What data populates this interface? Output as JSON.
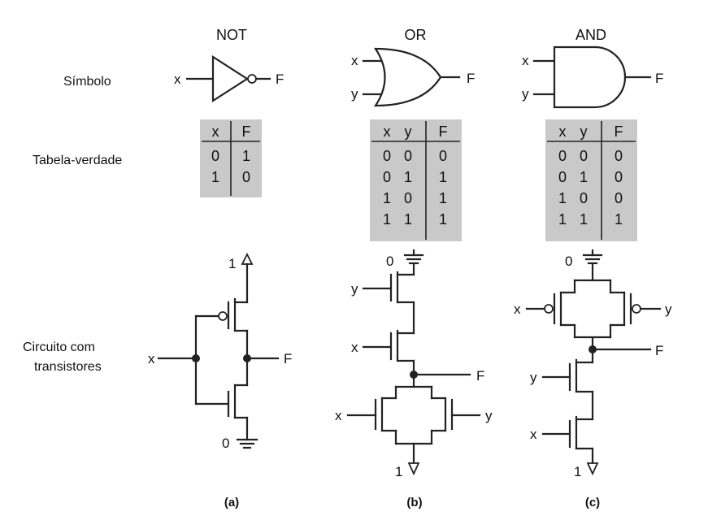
{
  "headers": {
    "not": "NOT",
    "or": "OR",
    "and": "AND"
  },
  "row_labels": {
    "symbol": "Símbolo",
    "truth_table": "Tabela-verdade",
    "circuit_line1": "Circuito com",
    "circuit_line2": "transistores"
  },
  "signals": {
    "x": "x",
    "y": "y",
    "f": "F",
    "zero": "0",
    "one": "1"
  },
  "tables": {
    "not": {
      "columns": [
        "x",
        "F"
      ],
      "rows": [
        [
          "0",
          "1"
        ],
        [
          "1",
          "0"
        ]
      ]
    },
    "or": {
      "columns": [
        "x",
        "y",
        "F"
      ],
      "rows": [
        [
          "0",
          "0",
          "0"
        ],
        [
          "0",
          "1",
          "1"
        ],
        [
          "1",
          "0",
          "1"
        ],
        [
          "1",
          "1",
          "1"
        ]
      ]
    },
    "and": {
      "columns": [
        "x",
        "y",
        "F"
      ],
      "rows": [
        [
          "0",
          "0",
          "0"
        ],
        [
          "0",
          "1",
          "0"
        ],
        [
          "1",
          "0",
          "0"
        ],
        [
          "1",
          "1",
          "1"
        ]
      ]
    }
  },
  "captions": {
    "a": "(a)",
    "b": "(b)",
    "c": "(c)"
  }
}
